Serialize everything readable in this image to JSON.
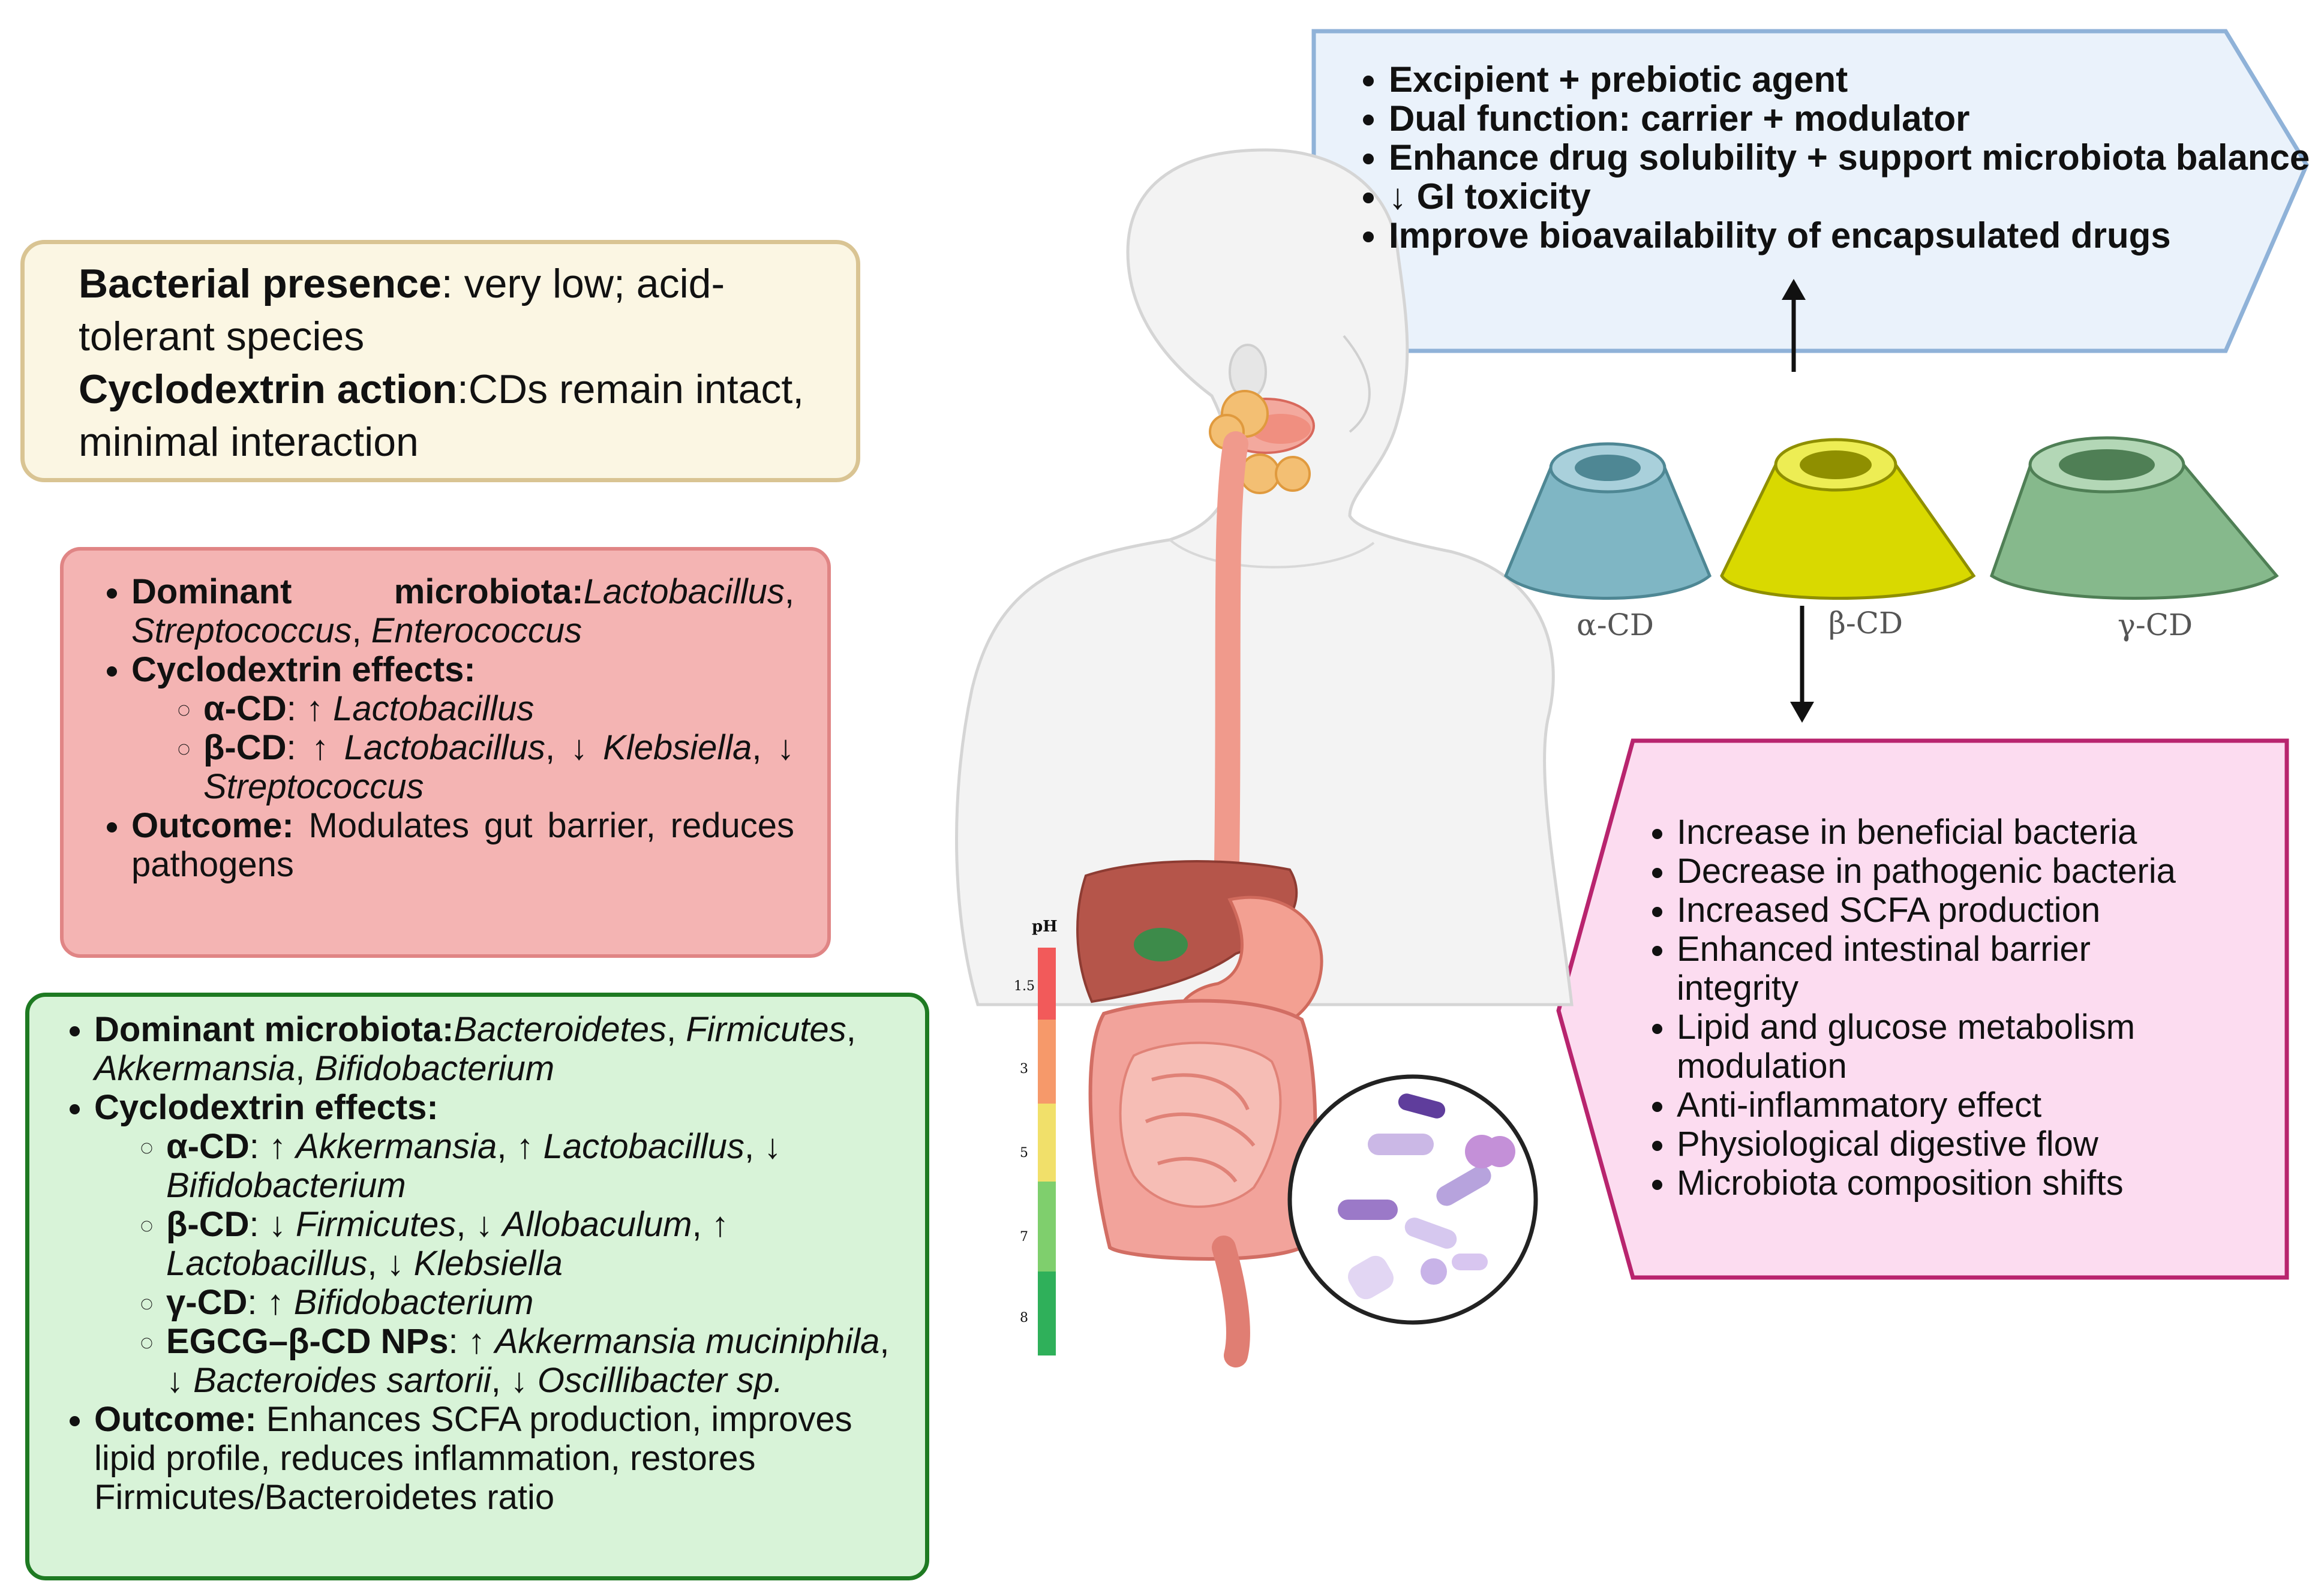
{
  "stomach": {
    "bacterial_label": "Bacterial presence",
    "bacterial_text": ": very low; acid-tolerant species",
    "cd_action_label": "Cyclodextrin action",
    "cd_action_text": ":CDs remain intact, minimal interaction"
  },
  "small_intestine": {
    "dominant_label": "Dominant microbiota:",
    "dominant_italic_1": "Lactobacillus",
    "dominant_italic_2": "Streptococcus",
    "dominant_italic_3": "Enterococcus",
    "effects_label": "Cyclodextrin effects:",
    "alpha_label": "α-CD",
    "alpha_text": ": ↑ ",
    "alpha_bug": "Lactobacillus",
    "beta_label": "β-CD",
    "beta_text_1": ": ↑ ",
    "beta_bug_1": "Lactobacillus",
    "beta_text_2": ", ↓ ",
    "beta_bug_2": "Klebsiella",
    "beta_text_3": ", ↓ ",
    "beta_bug_3": "Streptococcus",
    "outcome_label": "Outcome:",
    "outcome_text": " Modulates gut barrier, reduces pathogens"
  },
  "large_intestine": {
    "dominant_label": "Dominant microbiota:",
    "dom_1": "Bacteroidetes",
    "dom_2": "Firmicutes",
    "dom_3": "Akkermansia",
    "dom_4": "Bifidobacterium",
    "effects_label": "Cyclodextrin effects:",
    "alpha_label": "α-CD",
    "alpha_a": "Akkermansia",
    "alpha_b": "Lactobacillus",
    "alpha_c": "Bifidobacterium",
    "beta_label": "β-CD",
    "beta_a": "Firmicutes",
    "beta_b": "Allobaculum",
    "beta_c": "Lactobacillus",
    "beta_d": "Klebsiella",
    "gamma_label": "γ-CD",
    "gamma_a": "Bifidobacterium",
    "egcg_label": "EGCG–β-CD NPs",
    "egcg_a": "Akkermansia muciniphila",
    "egcg_b": "Bacteroides sartorii",
    "egcg_c": "Oscillibacter sp.",
    "outcome_label": "Outcome:",
    "outcome_text": " Enhances SCFA production, improves lipid profile, reduces inflammation, restores Firmicutes/Bacteroidetes ratio"
  },
  "top_benefits": [
    "Excipient + prebiotic agent",
    "Dual function: carrier + modulator",
    "Enhance drug solubility + support microbiota balance",
    "↓ GI toxicity",
    "Improve bioavailability of encapsulated drugs"
  ],
  "effects_list": [
    " Increase in beneficial bacteria",
    " Decrease in pathogenic bacteria",
    " Increased SCFA production",
    "Enhanced intestinal barrier integrity",
    "Lipid and glucose metabolism modulation",
    "Anti-inflammatory effect",
    "Physiological digestive flow",
    "Microbiota composition shifts"
  ],
  "cyclodextrins": [
    "α-CD",
    "β-CD",
    "γ-CD"
  ],
  "ph_scale": {
    "title": "pH",
    "ticks": [
      "1.5",
      "3",
      "5",
      "7",
      "8"
    ]
  },
  "colors": {
    "stomach_box": "#fbf6e3",
    "small_box": "#f4b4b3",
    "large_box": "#d8f3d8",
    "top_box": "#eaf2fb",
    "pink_box": "#fcdcf0",
    "alpha_cd": "#7fb6c4",
    "beta_cd": "#d9d900",
    "gamma_cd": "#86b98c"
  }
}
